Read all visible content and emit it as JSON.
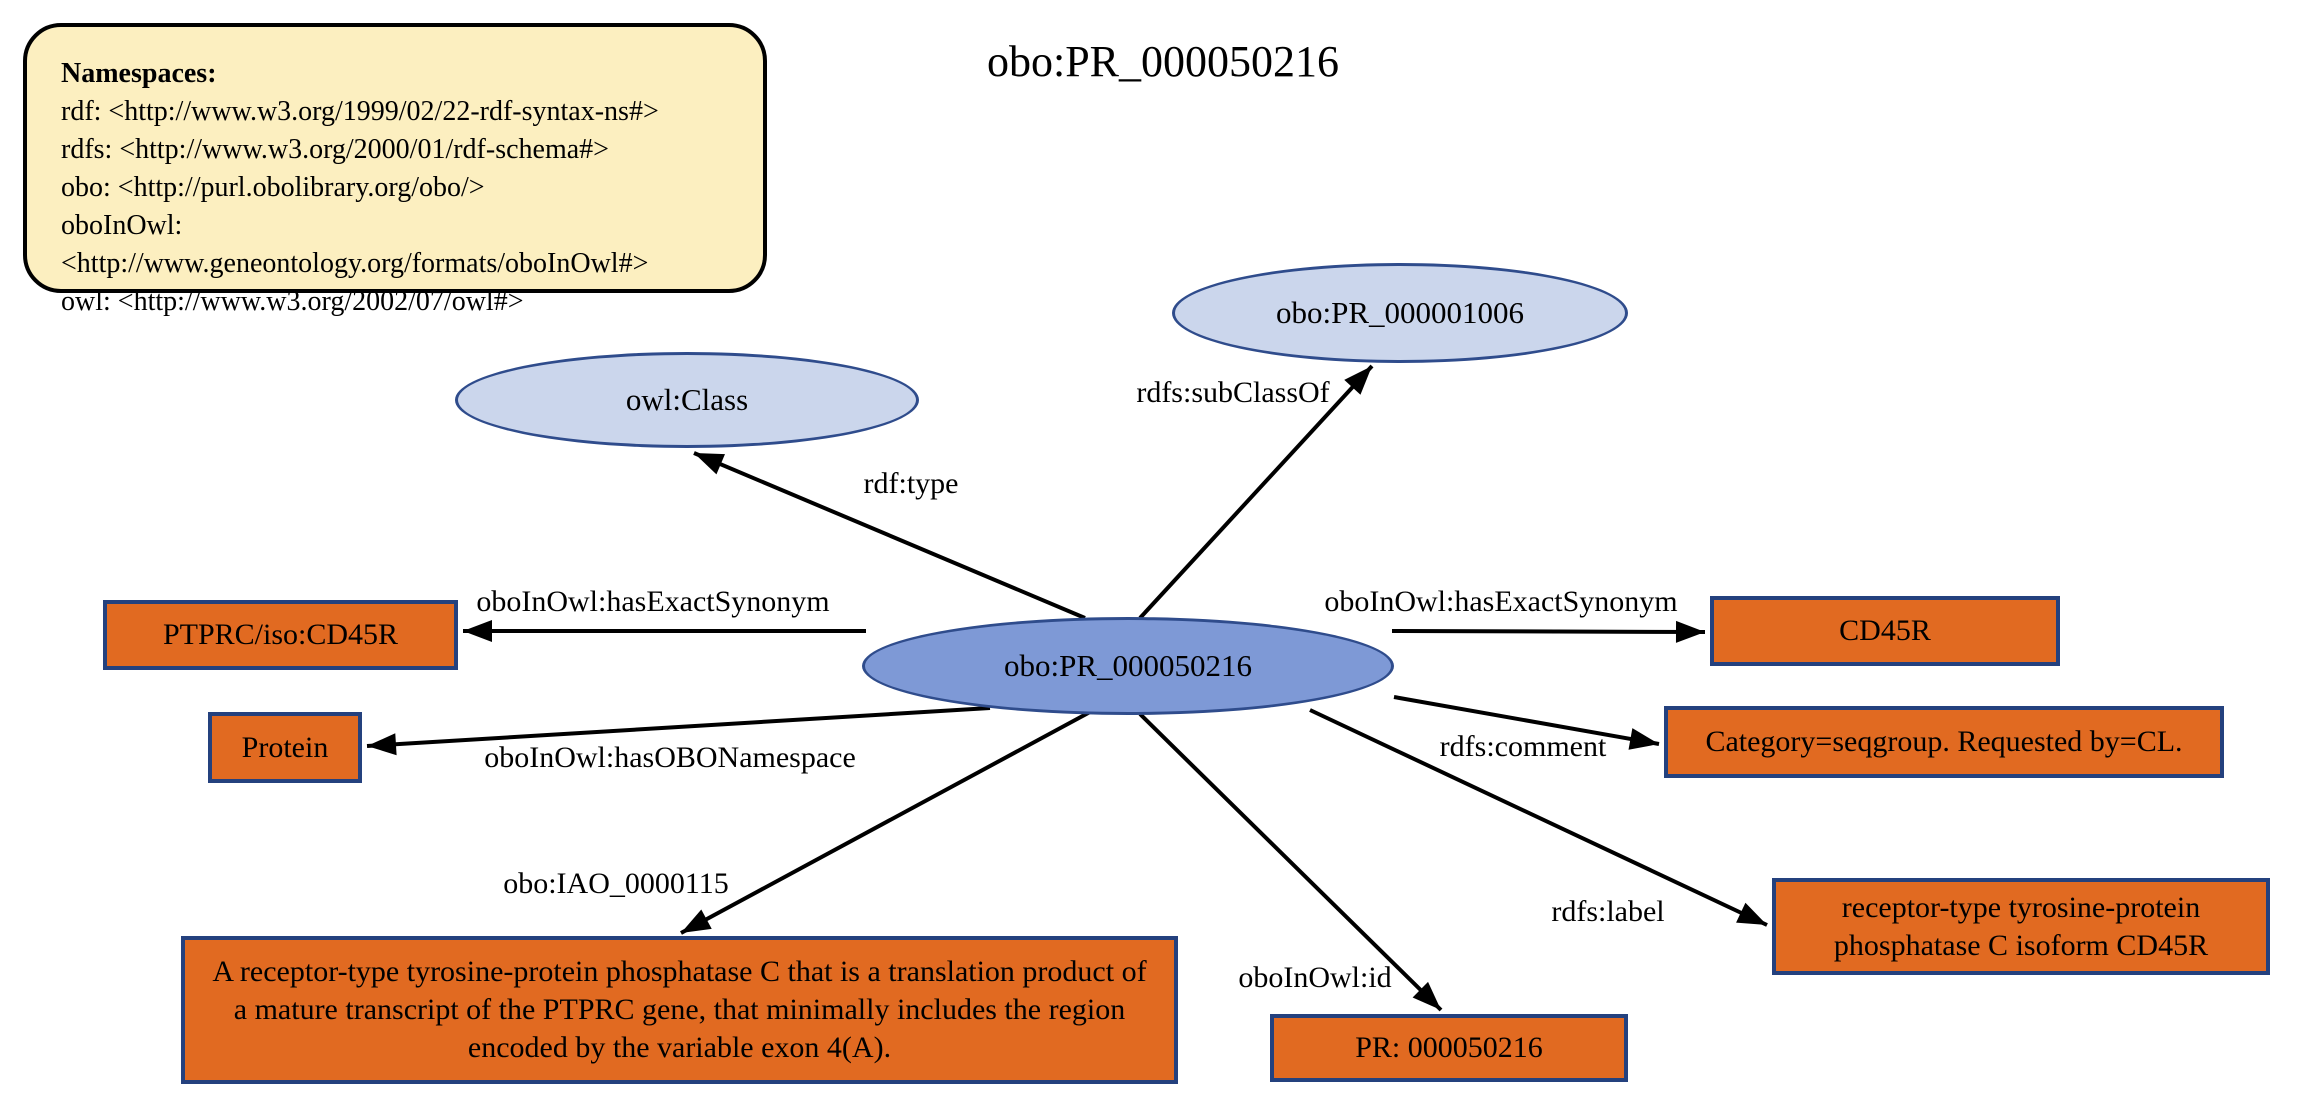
{
  "title": "obo:PR_000050216",
  "namespaces": {
    "heading": "Namespaces:",
    "entries": [
      "rdf: <http://www.w3.org/1999/02/22-rdf-syntax-ns#>",
      "rdfs: <http://www.w3.org/2000/01/rdf-schema#>",
      "obo: <http://purl.obolibrary.org/obo/>",
      "oboInOwl: <http://www.geneontology.org/formats/oboInOwl#>",
      "owl: <http://www.w3.org/2002/07/owl#>"
    ]
  },
  "graph": {
    "class_nodes": [
      {
        "id": "owl-class",
        "label": "owl:Class"
      },
      {
        "id": "pr-000001006",
        "label": "obo:PR_000001006"
      },
      {
        "id": "pr-000050216",
        "label": "obo:PR_000050216"
      }
    ],
    "literal_nodes": [
      {
        "id": "synonym-left",
        "label": "PTPRC/iso:CD45R"
      },
      {
        "id": "synonym-right",
        "label": "CD45R"
      },
      {
        "id": "obo-namespace",
        "label": "Protein"
      },
      {
        "id": "comment",
        "label": "Category=seqgroup. Requested by=CL."
      },
      {
        "id": "definition",
        "label": "A receptor-type tyrosine-protein phosphatase C that is a translation product of a mature transcript of the PTPRC gene, that minimally includes the region encoded by the variable exon 4(A)."
      },
      {
        "id": "id-value",
        "label": "PR: 000050216"
      },
      {
        "id": "rdfs-label-value",
        "label": "receptor-type tyrosine-protein phosphatase C isoform CD45R"
      }
    ],
    "edges": [
      {
        "predicate": "rdf:type",
        "from": "obo:PR_000050216",
        "to": "owl:Class"
      },
      {
        "predicate": "rdfs:subClassOf",
        "from": "obo:PR_000050216",
        "to": "obo:PR_000001006"
      },
      {
        "predicate": "oboInOwl:hasExactSynonym",
        "from": "obo:PR_000050216",
        "to": "PTPRC/iso:CD45R"
      },
      {
        "predicate": "oboInOwl:hasExactSynonym",
        "from": "obo:PR_000050216",
        "to": "CD45R"
      },
      {
        "predicate": "oboInOwl:hasOBONamespace",
        "from": "obo:PR_000050216",
        "to": "Protein"
      },
      {
        "predicate": "rdfs:comment",
        "from": "obo:PR_000050216",
        "to": "Category=seqgroup. Requested by=CL."
      },
      {
        "predicate": "obo:IAO_0000115",
        "from": "obo:PR_000050216",
        "to": "A receptor-type tyrosine-protein phosphatase C that is a translation product of a mature transcript of the PTPRC gene, that minimally includes the region encoded by the variable exon 4(A)."
      },
      {
        "predicate": "oboInOwl:id",
        "from": "obo:PR_000050216",
        "to": "PR: 000050216"
      },
      {
        "predicate": "rdfs:label",
        "from": "obo:PR_000050216",
        "to": "receptor-type tyrosine-protein phosphatase C isoform CD45R"
      }
    ]
  },
  "colors": {
    "node_fill_light_blue": "#CBD6EC",
    "node_fill_blue": "#7E99D6",
    "node_border_blue": "#2F4C8C",
    "literal_fill_orange": "#E16A21",
    "literal_border_navy": "#24417E",
    "legend_fill_yellow": "#FCEFC0",
    "edge_black": "#000000"
  }
}
